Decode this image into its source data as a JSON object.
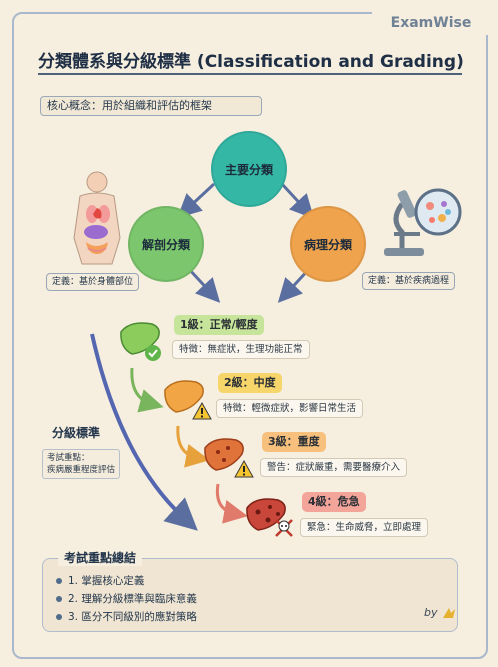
{
  "brand": "ExamWise",
  "title": "分類體系與分級標準 (Classification and Grading)",
  "concept_box": "核心概念：用於組織和評估的框架",
  "nodes": {
    "main": "主要分類",
    "anatomical": "解剖分類",
    "pathological": "病理分類"
  },
  "definitions": {
    "anatomical": "定義：基於身體部位",
    "pathological": "定義：基於疾病過程"
  },
  "grading": {
    "title": "分級標準",
    "note_line1": "考試重點：",
    "note_line2": "疾病嚴重程度評估",
    "levels": [
      {
        "label": "1級：正常/輕度",
        "desc": "特徵：無症狀，生理功能正常",
        "color": "#c7e59a"
      },
      {
        "label": "2級：中度",
        "desc": "特徵：輕微症狀，影響日常生活",
        "color": "#f6d56b"
      },
      {
        "label": "3級：重度",
        "desc": "警告：症狀嚴重，需要醫療介入",
        "color": "#f7c07d"
      },
      {
        "label": "4級：危急",
        "desc": "緊急：生命威脅，立即處理",
        "color": "#f4a59a"
      }
    ]
  },
  "summary": {
    "title": "考試重點總結",
    "items": [
      "1. 掌握核心定義",
      "2. 理解分級標準與臨床意義",
      "3. 區分不同級別的應對策略"
    ]
  },
  "signature": "by",
  "icons": {
    "body": "human-anatomy-icon",
    "microscope": "microscope-icon",
    "liver": "liver-icon",
    "check": "check-icon",
    "warning": "warning-icon",
    "skull": "skull-icon"
  }
}
